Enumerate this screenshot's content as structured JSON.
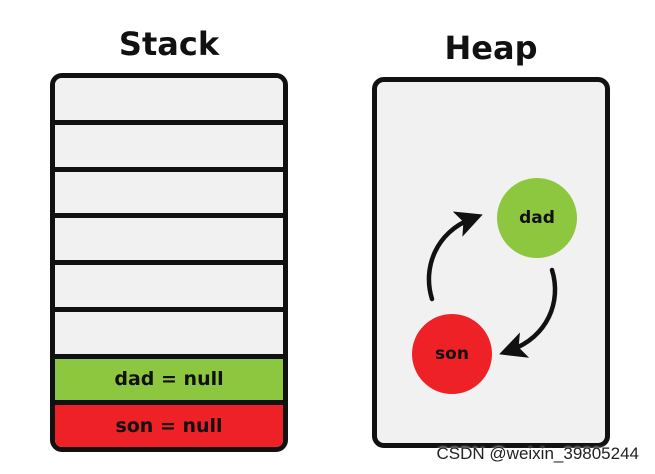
{
  "colors": {
    "outline": "#111111",
    "panel_background": "#f1f1f1",
    "dad": "#8dc63f",
    "son": "#ee2127"
  },
  "stack": {
    "title": "Stack",
    "slots": [
      {
        "label": "",
        "color": "#f1f1f1"
      },
      {
        "label": "",
        "color": "#f1f1f1"
      },
      {
        "label": "",
        "color": "#f1f1f1"
      },
      {
        "label": "",
        "color": "#f1f1f1"
      },
      {
        "label": "",
        "color": "#f1f1f1"
      },
      {
        "label": "",
        "color": "#f1f1f1"
      },
      {
        "label": "dad = null",
        "color": "#8dc63f"
      },
      {
        "label": "son = null",
        "color": "#ee2127"
      }
    ]
  },
  "heap": {
    "title": "Heap",
    "nodes": {
      "dad": {
        "label": "dad",
        "color": "#8dc63f"
      },
      "son": {
        "label": "son",
        "color": "#ee2127"
      }
    },
    "arrows": [
      "son-to-dad",
      "dad-to-son"
    ]
  },
  "watermark": "CSDN @weixin_39805244"
}
